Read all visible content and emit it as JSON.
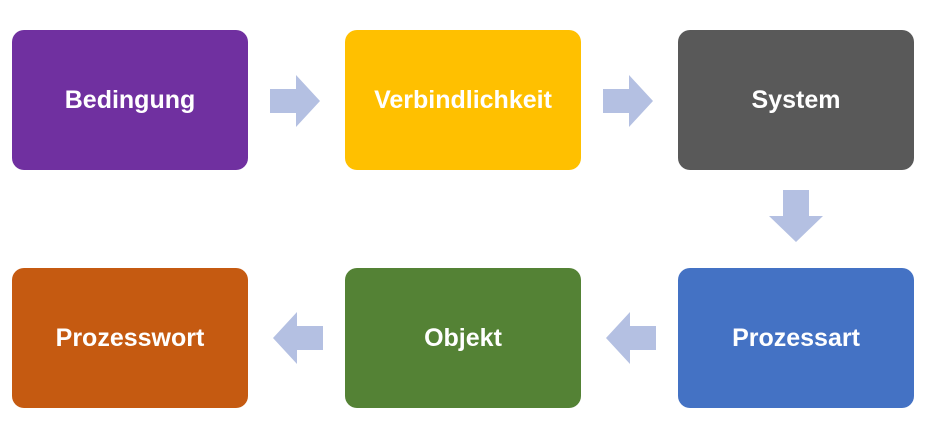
{
  "boxes": [
    {
      "label": "Bedingung",
      "color": "#7030A0"
    },
    {
      "label": "Verbindlichkeit",
      "color": "#FFC000"
    },
    {
      "label": "System",
      "color": "#595959"
    },
    {
      "label": "Prozessart",
      "color": "#4472C4"
    },
    {
      "label": "Objekt",
      "color": "#548235"
    },
    {
      "label": "Prozesswort",
      "color": "#C55A11"
    }
  ],
  "arrow_color": "#B4C0E2"
}
